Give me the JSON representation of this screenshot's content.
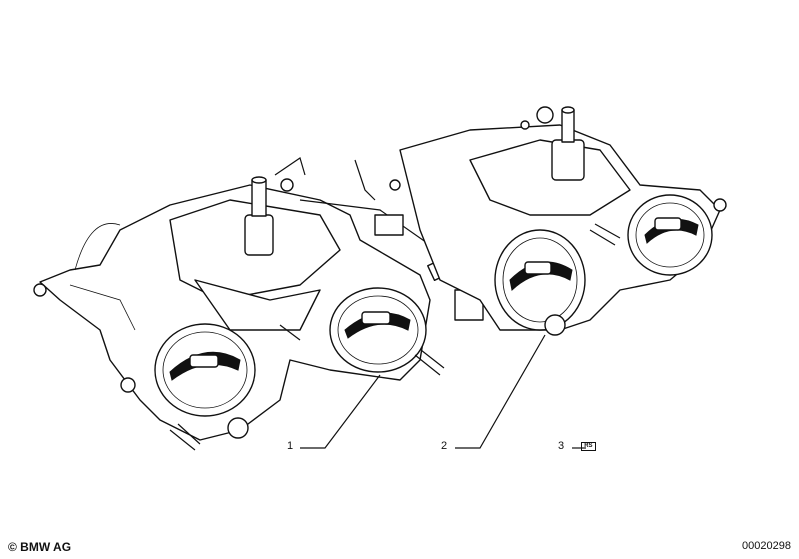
{
  "callouts": [
    {
      "number": "1"
    },
    {
      "number": "2"
    },
    {
      "number": "3",
      "badge": "RS"
    }
  ],
  "footer": {
    "copyright": "© BMW AG",
    "drawing_id": "00020298"
  }
}
